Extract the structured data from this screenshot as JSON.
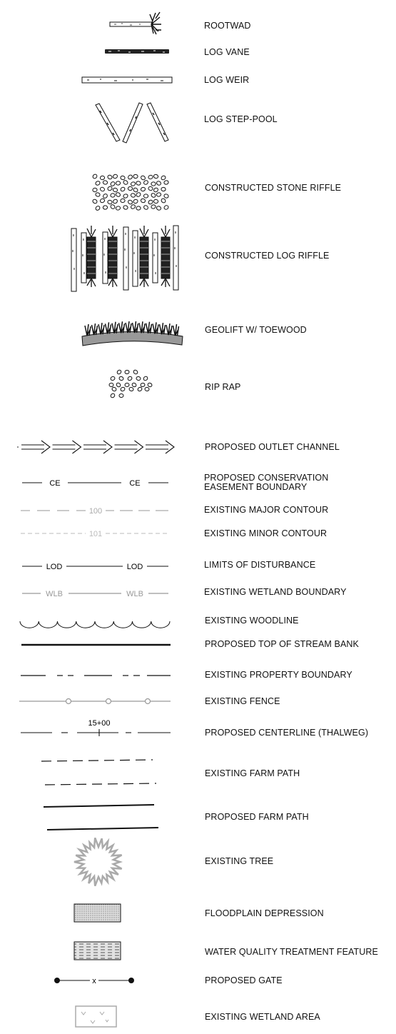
{
  "legend": {
    "rootwad": "ROOTWAD",
    "log_vane": "LOG VANE",
    "log_weir": "LOG WEIR",
    "log_step_pool": "LOG STEP-POOL",
    "stone_riffle": "CONSTRUCTED STONE RIFFLE",
    "log_riffle": "CONSTRUCTED LOG RIFFLE",
    "geolift": "GEOLIFT W/ TOEWOOD",
    "rip_rap": "RIP RAP",
    "outlet_channel": "PROPOSED OUTLET CHANNEL",
    "conservation_easement": "PROPOSED CONSERVATION\nEASEMENT BOUNDARY",
    "major_contour": "EXISTING MAJOR CONTOUR",
    "minor_contour": "EXISTING MINOR CONTOUR",
    "lod": "LIMITS OF DISTURBANCE",
    "wetland_boundary": "EXISTING WETLAND BOUNDARY",
    "woodline": "EXISTING WOODLINE",
    "top_of_bank": "PROPOSED TOP OF STREAM BANK",
    "property_boundary": "EXISTING PROPERTY BOUNDARY",
    "fence": "EXISTING FENCE",
    "centerline": "PROPOSED CENTERLINE (THALWEG)",
    "existing_farm_path": "EXISTING FARM PATH",
    "proposed_farm_path": "PROPOSED FARM PATH",
    "existing_tree": "EXISTING TREE",
    "floodplain_depression": "FLOODPLAIN DEPRESSION",
    "water_quality": "WATER QUALITY TREATMENT FEATURE",
    "proposed_gate": "PROPOSED GATE",
    "wetland_area": "EXISTING WETLAND AREA"
  },
  "line_tags": {
    "ce": "CE",
    "major_contour_value": "100",
    "minor_contour_value": "101",
    "lod": "LOD",
    "wlb": "WLB",
    "station": "15+00",
    "gate": "x"
  }
}
